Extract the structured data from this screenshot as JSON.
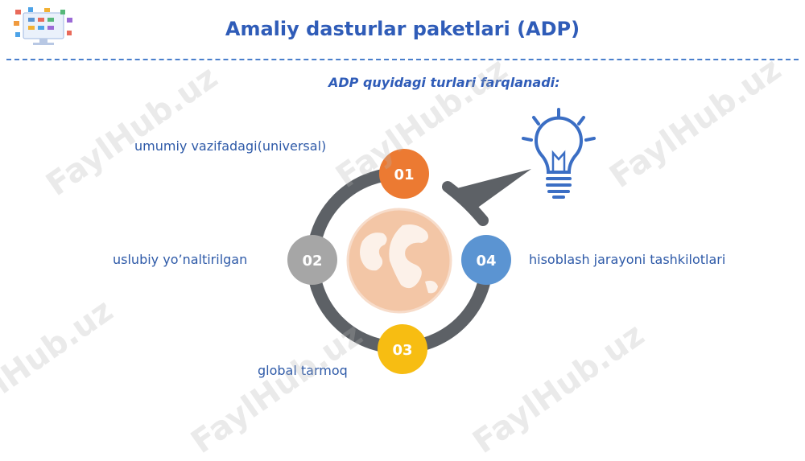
{
  "header": {
    "title": "Amaliy dasturlar paketlari (ADP)"
  },
  "subtitle": "ADP quyidagi turlari farqlanadi:",
  "nodes": [
    {
      "number": "01",
      "label": "umumiy vazifadagi(universal)",
      "color": "#ec7a32"
    },
    {
      "number": "02",
      "label": "uslubiy yo’naltirilgan",
      "color": "#a6a6a6"
    },
    {
      "number": "03",
      "label": "global tarmoq",
      "color": "#f7bd12"
    },
    {
      "number": "04",
      "label": "hisoblash jarayoni tashkilotlari",
      "color": "#5b94d2"
    }
  ],
  "watermark": "FaylHub.uz",
  "icons": {
    "logo": "computer-apps-logo-icon",
    "bulb": "light-bulb-icon",
    "globe": "globe-icon"
  },
  "colors": {
    "title": "#2f5cb8",
    "ring": "#5d6166",
    "bulb": "#3b6ec4"
  }
}
